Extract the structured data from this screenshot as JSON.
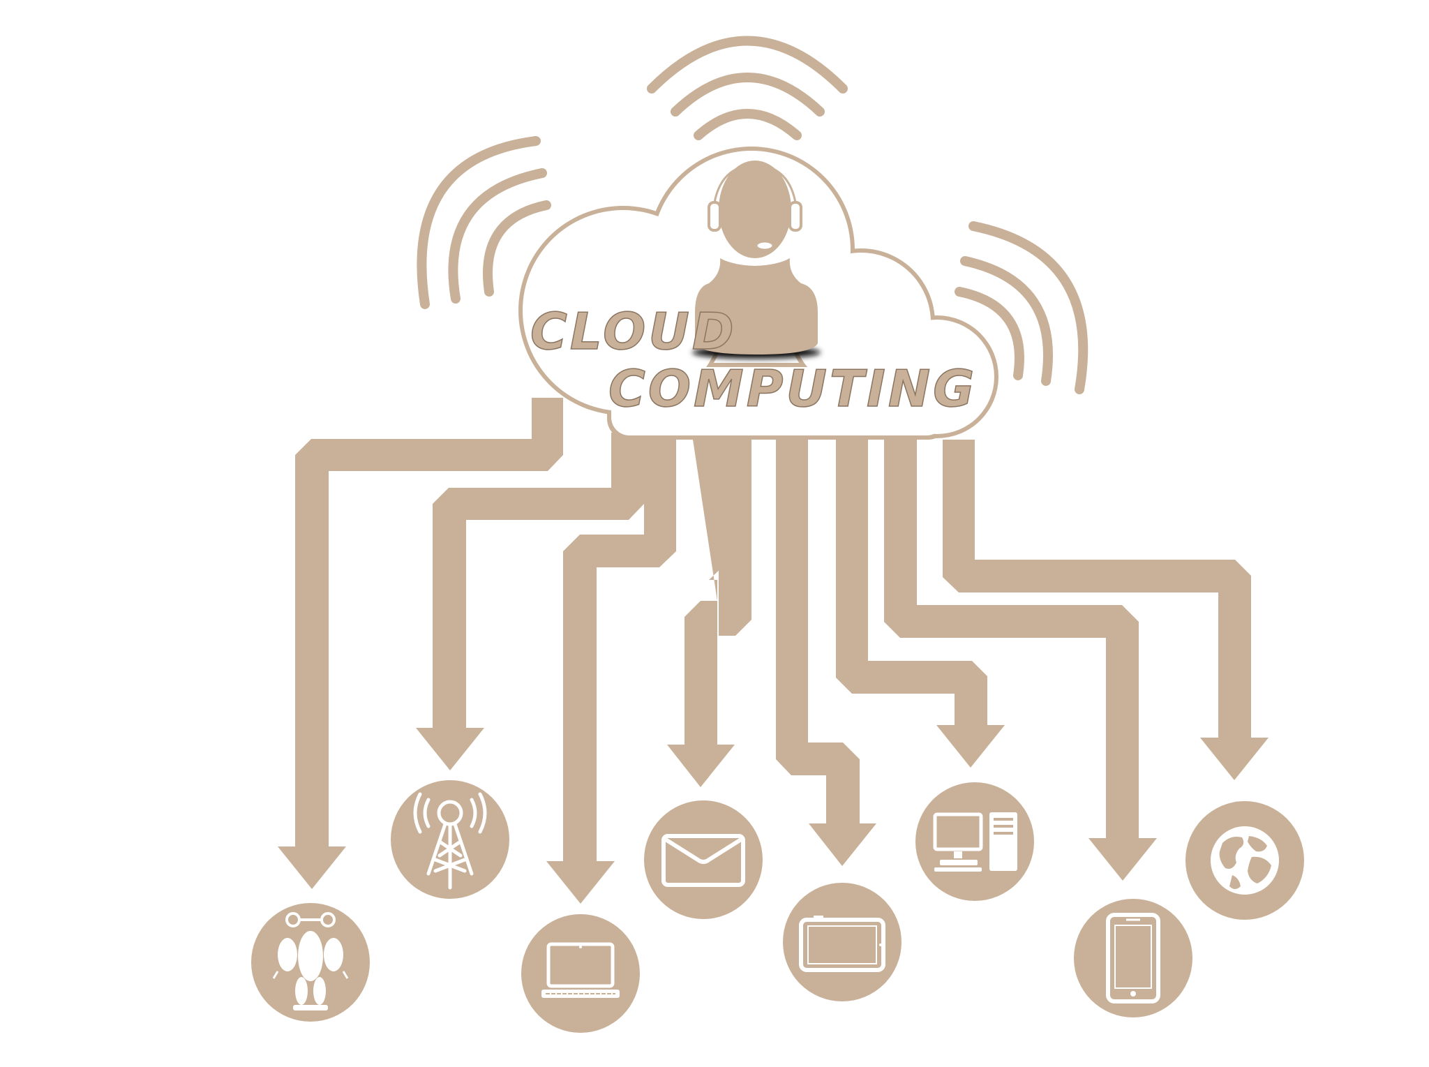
{
  "title": {
    "line1": "CLOUD",
    "line2": "COMPUTING"
  },
  "colors": {
    "primary": "#c8b198",
    "background": "#ffffff",
    "shadow": "#111111"
  },
  "hub": {
    "icon": "support-agent-icon"
  },
  "devices": [
    {
      "id": "robot",
      "icon": "robot-icon"
    },
    {
      "id": "tower",
      "icon": "broadcast-tower-icon"
    },
    {
      "id": "laptop",
      "icon": "laptop-icon"
    },
    {
      "id": "mail",
      "icon": "envelope-icon"
    },
    {
      "id": "tablet",
      "icon": "tablet-landscape-icon"
    },
    {
      "id": "desktop",
      "icon": "desktop-computer-icon"
    },
    {
      "id": "phone",
      "icon": "smartphone-icon"
    },
    {
      "id": "globe",
      "icon": "globe-icon"
    }
  ]
}
